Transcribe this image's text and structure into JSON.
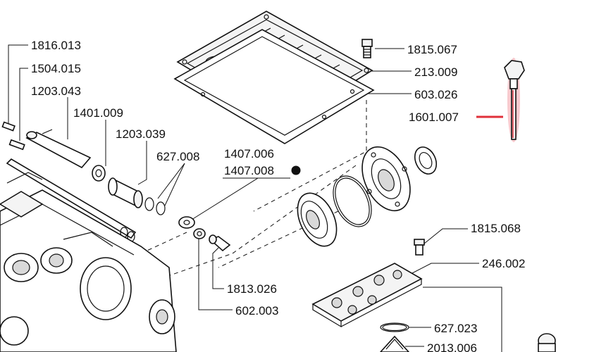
{
  "parts": {
    "p1816_013": "1816.013",
    "p1504_015": "1504.015",
    "p1203_043": "1203.043",
    "p1401_009": "1401.009",
    "p1203_039": "1203.039",
    "p627_008": "627.008",
    "p1407_006": "1407.006",
    "p1407_008": "1407.008",
    "p1815_067": "1815.067",
    "p213_009": "213.009",
    "p603_026": "603.026",
    "p1601_007": "1601.007",
    "p1815_068": "1815.068",
    "p246_002": "246.002",
    "p1813_026": "1813.026",
    "p602_003": "602.003",
    "p627_023": "627.023",
    "p2013_006": "2013.006"
  },
  "colors": {
    "highlight": "#e0303a",
    "highlight_glow": "#f4a7ad",
    "ink": "#111111"
  },
  "markers": {
    "p1407_008_marker": "filled-circle-icon"
  }
}
